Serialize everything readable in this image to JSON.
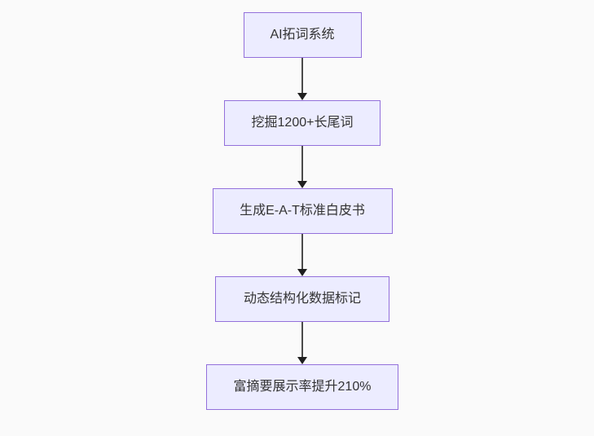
{
  "page": {
    "background_color": "#fafafa"
  },
  "flowchart": {
    "type": "flowchart",
    "direction": "top-down",
    "colors": {
      "node_fill": "#ececff",
      "node_border": "#9370db",
      "node_text": "#333333",
      "arrow_line": "#4b4b4b",
      "arrow_head": "#1f1f1f"
    },
    "nodes": [
      {
        "label": "AI拓词系统"
      },
      {
        "label": "挖掘1200+长尾词"
      },
      {
        "label": "生成E-A-T标准白皮书"
      },
      {
        "label": "动态结构化数据标记"
      },
      {
        "label": "富摘要展示率提升210%"
      }
    ],
    "edges": [
      {
        "from": "AI拓词系统",
        "to": "挖掘1200+长尾词"
      },
      {
        "from": "挖掘1200+长尾词",
        "to": "生成E-A-T标准白皮书"
      },
      {
        "from": "生成E-A-T标准白皮书",
        "to": "动态结构化数据标记"
      },
      {
        "from": "动态结构化数据标记",
        "to": "富摘要展示率提升210%"
      }
    ]
  }
}
